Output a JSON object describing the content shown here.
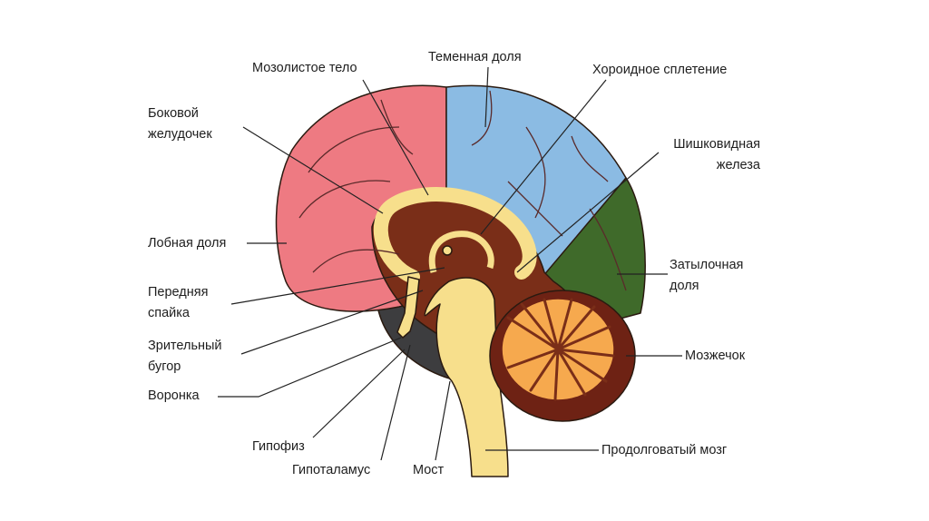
{
  "diagram": {
    "labels": {
      "corpus_callosum": "Мозолистое тело",
      "parietal_lobe": "Теменная доля",
      "choroid_plexus": "Хороидное сплетение",
      "lateral_ventricle_1": "Боковой",
      "lateral_ventricle_2": "желудочек",
      "pineal_gland_1": "Шишковидная",
      "pineal_gland_2": "железа",
      "frontal_lobe": "Лобная доля",
      "occipital_lobe_1": "Затылочная",
      "occipital_lobe_2": "доля",
      "anterior_commissure_1": "Передняя",
      "anterior_commissure_2": "спайка",
      "thalamus_1": "Зрительный",
      "thalamus_2": "бугор",
      "cerebellum": "Мозжечок",
      "infundibulum": "Воронка",
      "pituitary": "Гипофиз",
      "hypothalamus": "Гипоталамус",
      "pons": "Мост",
      "medulla": "Продолговатый мозг"
    },
    "colors": {
      "frontal": "#ee7a82",
      "parietal": "#8bbbe3",
      "occipital": "#3f6a2a",
      "cerebellum_outer": "#6e2214",
      "cerebellum_inner": "#f6a94e",
      "inner_brown": "#7a2e18",
      "yellow": "#f7df8c",
      "temporal_dark": "#3d3d3f"
    }
  }
}
